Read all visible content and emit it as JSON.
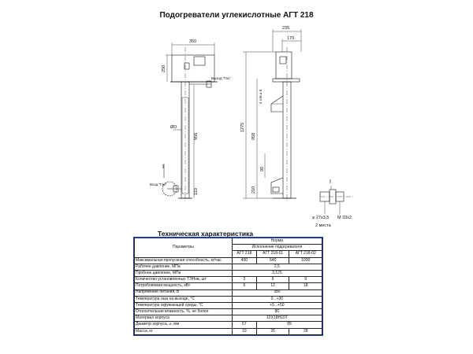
{
  "title": "Подогреватели углекислотные АГТ 218",
  "drawing": {
    "front": {
      "width": "350",
      "height": "250",
      "lower": "956",
      "base": "110",
      "phi": "ØD",
      "section_mark": "I"
    },
    "side": {
      "top1": "235",
      "top2": "170",
      "total": "1275",
      "mid": "958",
      "gap": "90",
      "bottom": "210",
      "holes": "4 отв ⌀ 8"
    },
    "labels": {
      "outlet": "Выход \"Газ\"",
      "inlet": "Вход \"Газ\""
    },
    "detail": {
      "mark": "I",
      "pipe": "⌀ 27х3,5",
      "thread": "М 33х2",
      "places": "2 места"
    }
  },
  "section_title": "Техническая характеристика",
  "table": {
    "param_header": "Параметры",
    "norm_header": "Норма",
    "exec_header": "Исполнение подогревателя",
    "models": [
      "АГТ 218",
      "АГТ 218-01",
      "АГТ 218-02"
    ],
    "rows": [
      {
        "p": "Максимальная пропускная способность, кг/час",
        "v": [
          "400",
          "640",
          "1000"
        ]
      },
      {
        "p": "Рабочее давление, МПа",
        "all": "2,5"
      },
      {
        "p": "Пробное давление, МПа",
        "all": "3,125"
      },
      {
        "p": "Количество установленных ТЭНов, шт",
        "v": [
          "3",
          "6",
          "9"
        ]
      },
      {
        "p": "Потребляемая мощность, кВт",
        "v": [
          "6",
          "12",
          "18"
        ]
      },
      {
        "p": "Напряжение питания, В",
        "all": "380"
      },
      {
        "p": "Температура газа на выходе, °С",
        "all": "0...+30"
      },
      {
        "p": "Температура окружающей среды, °С",
        "all": "+5...+50"
      },
      {
        "p": "Относительная влажность, %, не более",
        "all": "80"
      },
      {
        "p": "Материал корпуса",
        "all": "12Х18Н10Т"
      },
      {
        "p": "Диаметр корпуса, ⌀, мм",
        "v2": [
          "57",
          "89"
        ]
      },
      {
        "p": "Масса, кг",
        "v": [
          "19",
          "26",
          "28"
        ]
      }
    ]
  }
}
